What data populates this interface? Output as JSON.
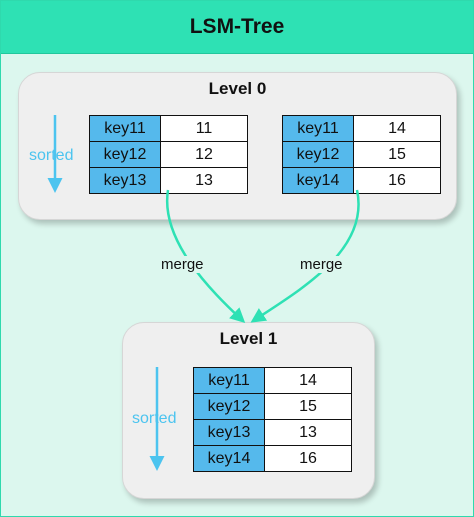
{
  "title": "LSM-Tree",
  "level0": {
    "title": "Level 0",
    "sorted_label": "sorted",
    "table_a": [
      {
        "key": "key11",
        "value": "11"
      },
      {
        "key": "key12",
        "value": "12"
      },
      {
        "key": "key13",
        "value": "13"
      }
    ],
    "table_b": [
      {
        "key": "key11",
        "value": "14"
      },
      {
        "key": "key12",
        "value": "15"
      },
      {
        "key": "key14",
        "value": "16"
      }
    ]
  },
  "merge_label": "merge",
  "level1": {
    "title": "Level 1",
    "sorted_label": "sorted",
    "table": [
      {
        "key": "key11",
        "value": "14"
      },
      {
        "key": "key12",
        "value": "15"
      },
      {
        "key": "key13",
        "value": "13"
      },
      {
        "key": "key14",
        "value": "16"
      }
    ]
  },
  "colors": {
    "header": "#2ee1b4",
    "background": "#dcf7ee",
    "key_cell": "#55b9ec",
    "arrow_merge": "#2ee1b4",
    "arrow_sorted": "#4cc4ef"
  }
}
